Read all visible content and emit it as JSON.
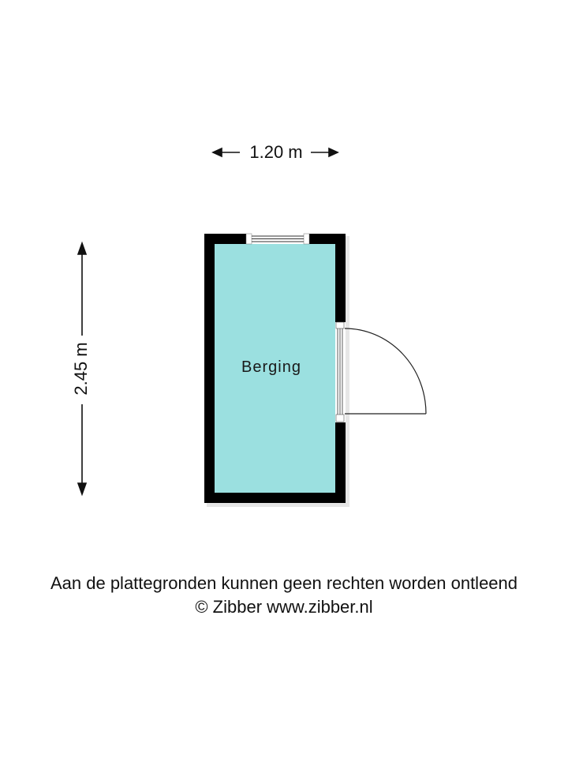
{
  "floorplan": {
    "room": {
      "name": "Berging",
      "fill_color": "#9be0e0",
      "wall_color": "#000000"
    },
    "dimensions": {
      "width": "1.20 m",
      "height": "2.45 m"
    },
    "elements": [
      "window-top-wall",
      "door-right-wall"
    ]
  },
  "footer": {
    "disclaimer": "Aan de plattegronden kunnen geen rechten worden ontleend",
    "copyright": "© Zibber www.zibber.nl"
  }
}
